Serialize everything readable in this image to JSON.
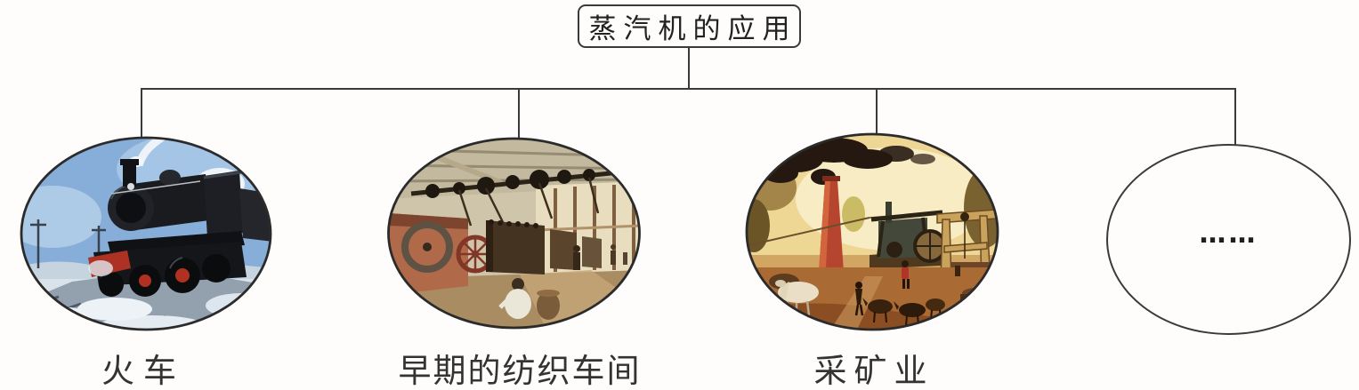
{
  "page": {
    "background": "#fefdfb",
    "ink": "#2c2c2c",
    "line_color": "#3a3a3a"
  },
  "diagram": {
    "title": "蒸汽机的应用",
    "branches": [
      {
        "key": "train",
        "label": "火车",
        "image": "steam-locomotive-photo"
      },
      {
        "key": "textile",
        "label": "早期的纺织车间",
        "image": "textile-workshop-photo"
      },
      {
        "key": "mining",
        "label": "采矿业",
        "image": "mining-industry-photo"
      },
      {
        "key": "more",
        "label": "……",
        "image": "none"
      }
    ]
  }
}
